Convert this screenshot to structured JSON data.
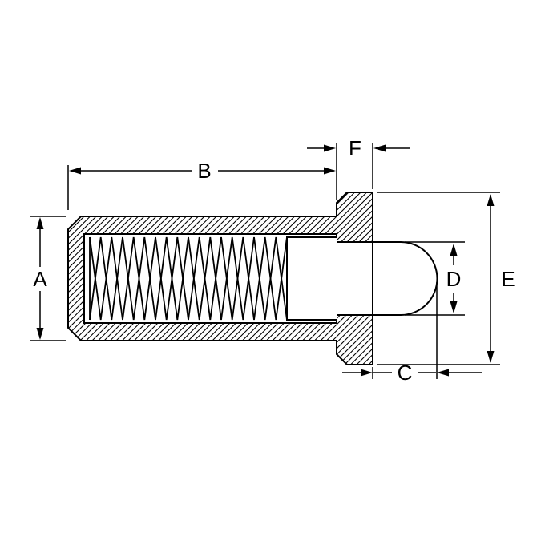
{
  "diagram": {
    "labels": {
      "A": "A",
      "B": "B",
      "C": "C",
      "D": "D",
      "E": "E",
      "F": "F"
    }
  },
  "colors": {
    "line": "#000000",
    "background": "#ffffff"
  }
}
